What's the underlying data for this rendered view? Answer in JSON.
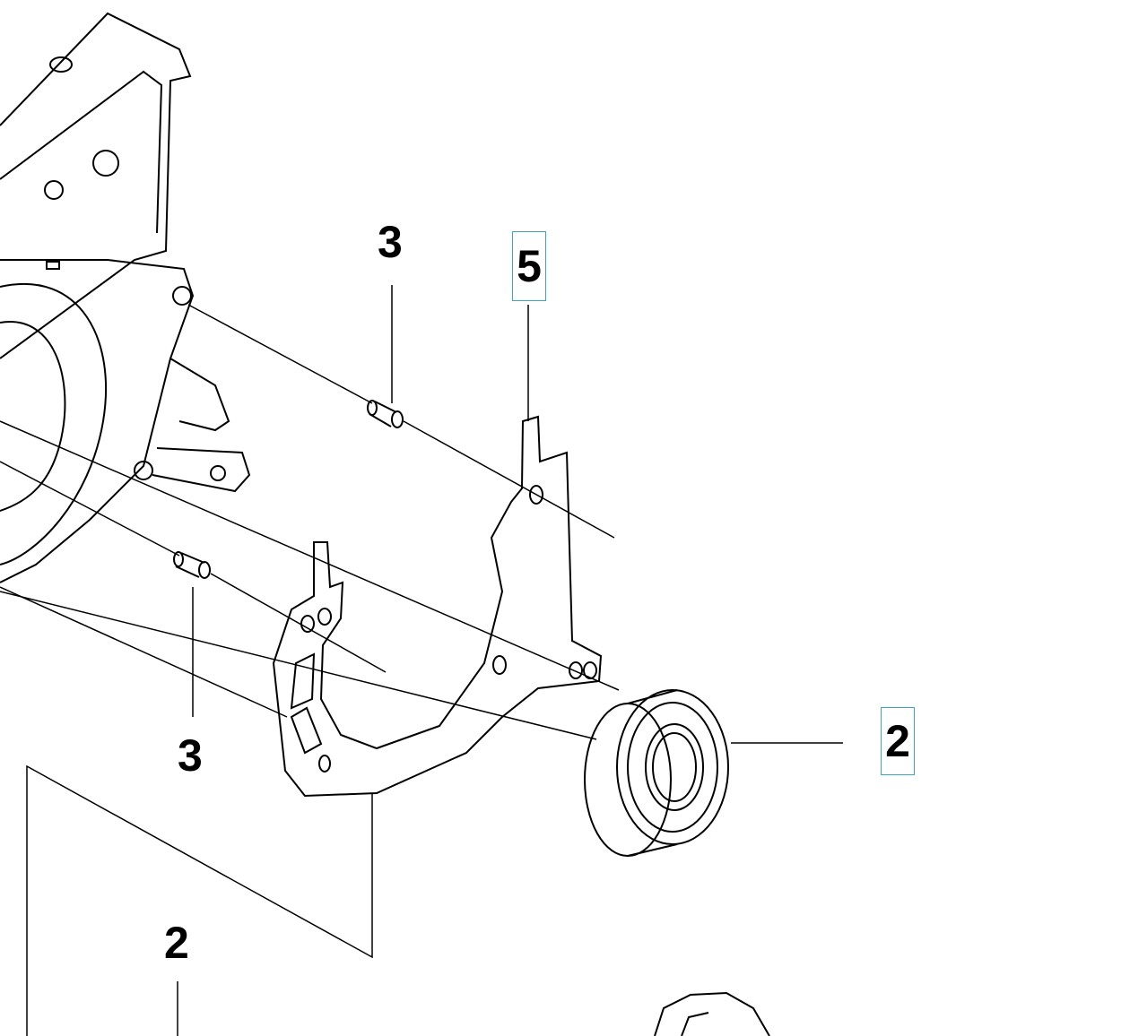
{
  "diagram": {
    "callouts": [
      {
        "id": "callout-3-top",
        "text": "3",
        "linked": false
      },
      {
        "id": "callout-5",
        "text": "5",
        "linked": true
      },
      {
        "id": "callout-2-bearing",
        "text": "2",
        "linked": true
      },
      {
        "id": "callout-3-bottom",
        "text": "3",
        "linked": false
      },
      {
        "id": "callout-2-bottom",
        "text": "2",
        "linked": false
      }
    ],
    "colors": {
      "link_box": "#3aa8b8",
      "lines": "#000000"
    }
  }
}
